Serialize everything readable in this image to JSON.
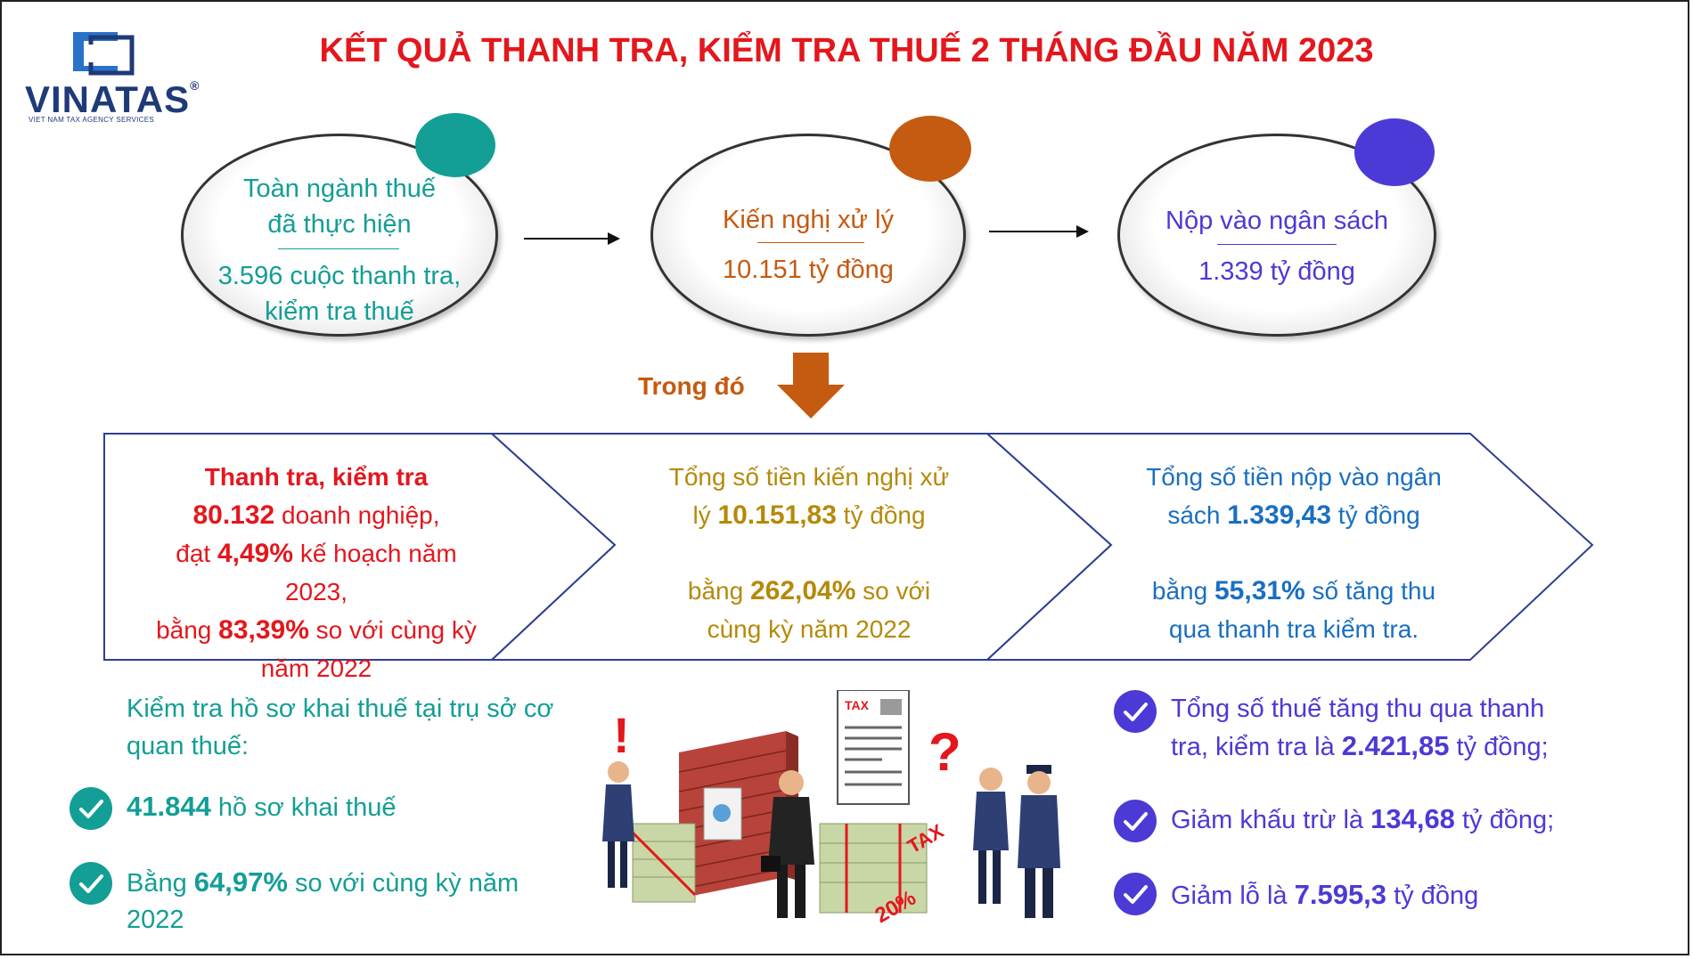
{
  "logo": {
    "name": "VINATAS",
    "registered": "®",
    "subtitle": "VIET NAM TAX AGENCY SERVICES"
  },
  "title": "KẾT QUẢ THANH TRA, KIỂM TRA THUẾ 2 THÁNG ĐẦU NĂM 2023",
  "colors": {
    "red": "#e3171d",
    "teal": "#139e96",
    "orange": "#c55a11",
    "purple": "#4b3ad6",
    "gold": "#b58a0a",
    "blue": "#1a6fc0",
    "navy": "#2f3f8f"
  },
  "ellipses": [
    {
      "line1": "Toàn ngành thuế",
      "line2": "đã thực hiện",
      "line3": "3.596 cuộc thanh tra,",
      "line4": "kiểm tra thuế"
    },
    {
      "line1": "Kiến nghị xử lý",
      "line2": "10.151 tỷ đồng"
    },
    {
      "line1": "Nộp vào ngân sách",
      "line2": "1.339 tỷ đồng"
    }
  ],
  "trong_do": "Trong đó",
  "blocks": {
    "b1": {
      "l1": "Thanh tra, kiểm tra",
      "n1": "80.132",
      "t1": " doanh nghiệp,",
      "t2a": "đạt ",
      "n2": "4,49%",
      "t2b": " kế hoạch năm 2023,",
      "t3a": "bằng ",
      "n3": "83,39%",
      "t3b": " so với cùng kỳ",
      "t4": "năm 2022"
    },
    "b2": {
      "l1": "Tổng số tiền kiến nghị xử",
      "t2a": "lý ",
      "n2": "10.151,83",
      "t2b": " tỷ đồng",
      "t3a": "bằng ",
      "n3": "262,04%",
      "t3b": " so với",
      "t4": "cùng kỳ năm 2022"
    },
    "b3": {
      "l1": "Tổng số tiền nộp vào ngân",
      "t2a": "sách ",
      "n2": "1.339,43",
      "t2b": " tỷ đồng",
      "t3a": "bằng ",
      "n3": "55,31%",
      "t3b": " số tăng thu",
      "t4": "qua thanh tra kiểm tra."
    }
  },
  "left": {
    "heading1": "Kiểm tra hồ sơ khai thuế tại trụ sở cơ",
    "heading2": "quan thuế:",
    "item1": {
      "num": "41.844",
      "text": " hồ sơ khai thuế"
    },
    "item2": {
      "pre": "Bằng ",
      "num": "64,97%",
      "text": " so với cùng kỳ năm",
      "text2": "2022"
    }
  },
  "right": {
    "item1": {
      "l1": "Tổng số thuế tăng thu qua thanh",
      "pre": "tra, kiểm tra là ",
      "num": "2.421,85",
      "post": " tỷ đồng;"
    },
    "item2": {
      "pre": "Giảm khấu trừ là ",
      "num": "134,68",
      "post": " tỷ đồng;"
    },
    "item3": {
      "pre": "Giảm lỗ là ",
      "num": "7.595,3",
      "post": " tỷ đồng"
    }
  },
  "illustration": {
    "tax1": "TAX",
    "tax2": "TAX",
    "pct": "20%",
    "excl": "!",
    "quest": "?"
  },
  "icons": [
    "check-circle-icon",
    "arrow-right-icon",
    "arrow-down-icon"
  ]
}
